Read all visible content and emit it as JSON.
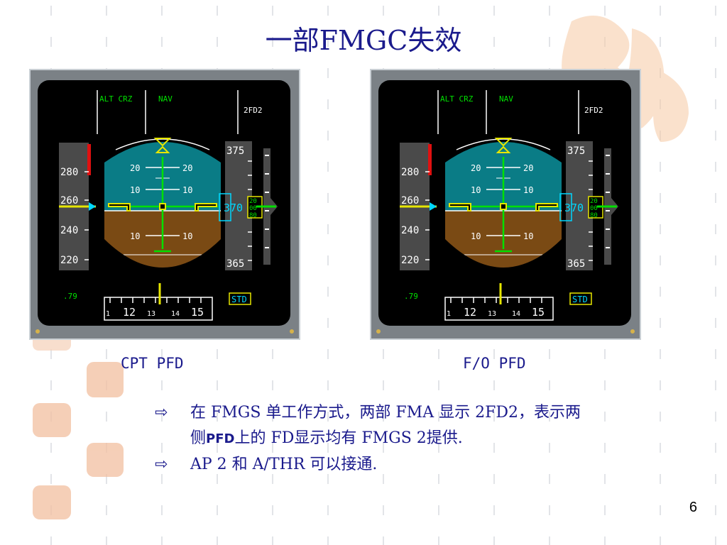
{
  "slide": {
    "title": "一部FMGC失效",
    "page_number": "6",
    "captions": {
      "left": "CPT PFD",
      "right": "F/O PFD"
    },
    "bullets": [
      {
        "parts": [
          "在 FMGS 单工作方式，两部 FMA 显示 2FD2，表示两",
          "侧",
          "PFD",
          "上的 FD显示均有 FMGS 2提供."
        ]
      },
      {
        "parts": [
          "AP 2 和 A/THR 可以接通."
        ]
      }
    ],
    "bullet_icon": "hollow-arrow-icon",
    "watermark_icon": "seal-stamp-icon"
  },
  "pfd": {
    "fma": {
      "mode1": "ALT CRZ",
      "mode2": "NAV",
      "fd_status": "2FD2"
    },
    "speed_ticks": [
      "280",
      "260",
      "240",
      "220"
    ],
    "mach": ".79",
    "pitch_labels": [
      "20",
      "20",
      "10",
      "10",
      "10",
      "10"
    ],
    "altitude_ticks": {
      "top": "375",
      "bottom": "365"
    },
    "altitude_current": "370",
    "altitude_drum": [
      "20",
      "00",
      "80"
    ],
    "baro": "STD",
    "heading_ticks": [
      "1",
      "12",
      "13",
      "14",
      "15"
    ]
  },
  "colors": {
    "title": "#1a1a8c",
    "text": "#1a1a8c",
    "sky": "#0a7c86",
    "ground": "#7a4a14",
    "fma_green": "#00e000",
    "aircraft_yellow": "#e6e600",
    "alt_cyan": "#00d8ff"
  }
}
